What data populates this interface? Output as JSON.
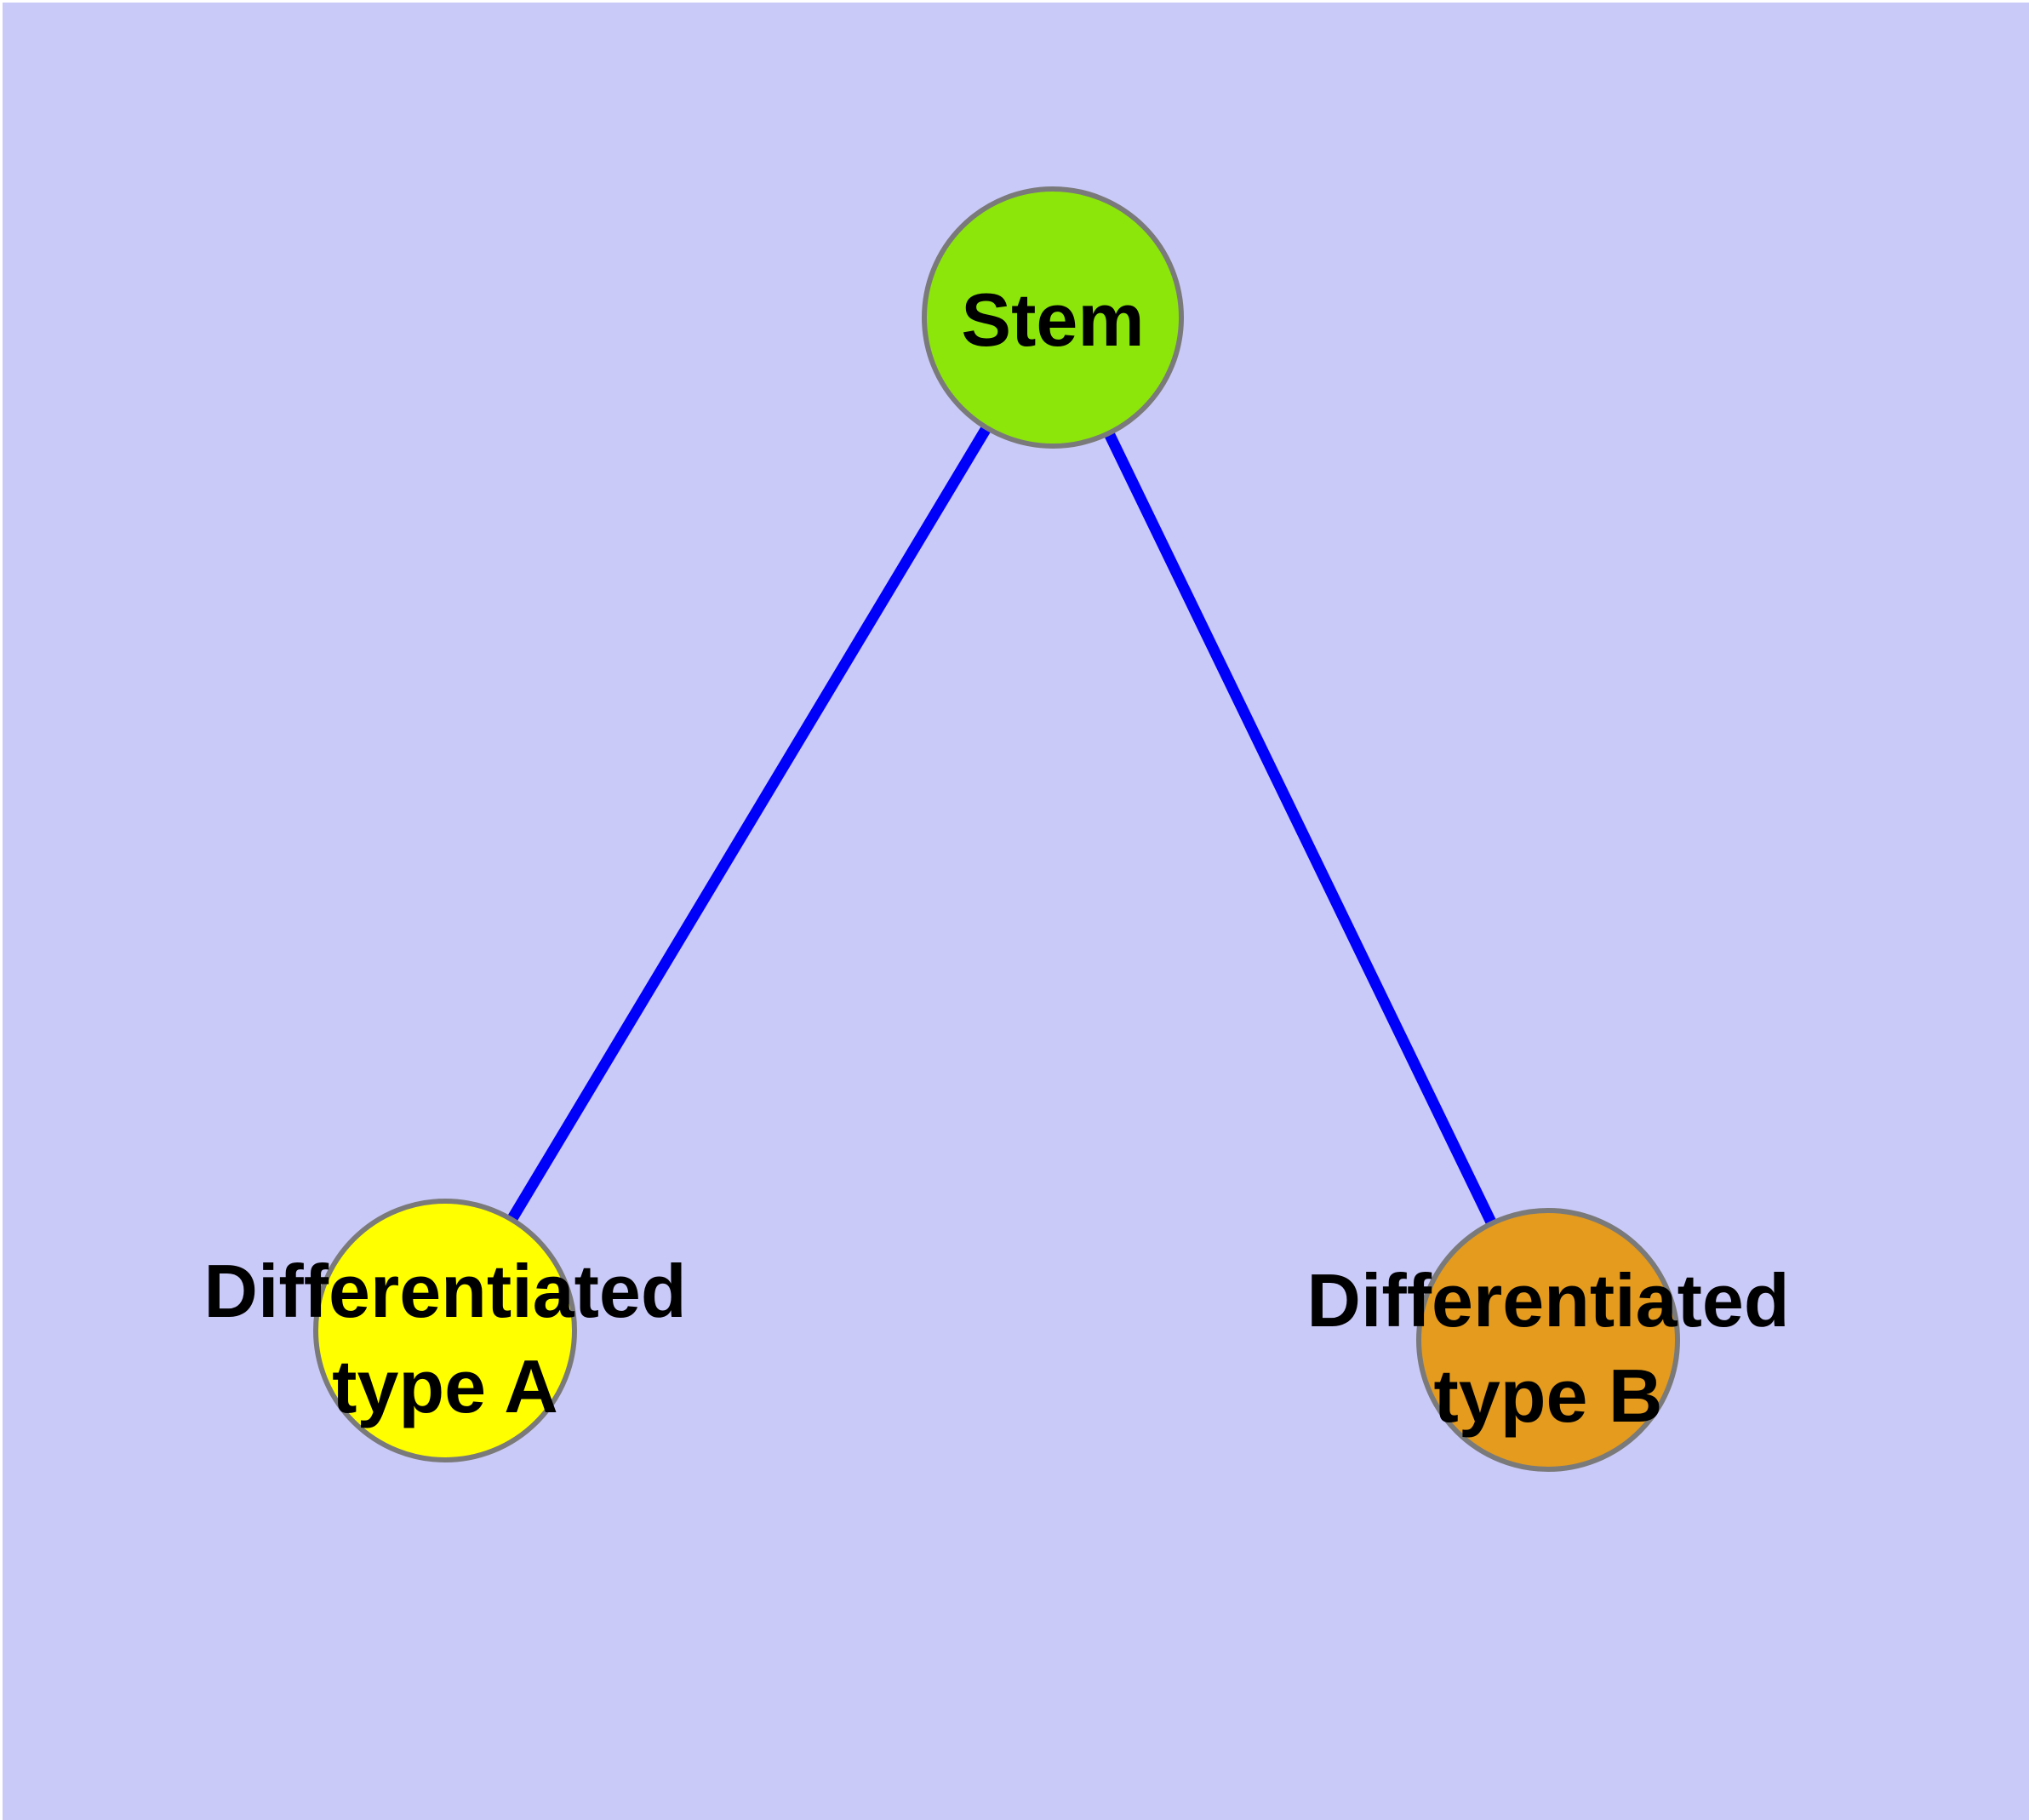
{
  "canvas": {
    "page_background_color": "#ffffff",
    "background_color": "#cacaf8"
  },
  "graph": {
    "type": "node-link-diagram",
    "edge_color": "#0000fa",
    "node_border_color": "#7a7a7a",
    "label_color": "#000000",
    "nodes": [
      {
        "id": "stem",
        "label": "Stem",
        "color": "#8ce60a"
      },
      {
        "id": "differentiated-type-a",
        "label_line1": "Differentiated",
        "label_line2": "type A",
        "color": "#ffff00"
      },
      {
        "id": "differentiated-type-b",
        "label_line1": "Differentiated",
        "label_line2": "type B",
        "color": "#e49b1e"
      }
    ],
    "edges": [
      {
        "from": "stem",
        "to": "differentiated-type-a"
      },
      {
        "from": "stem",
        "to": "differentiated-type-b"
      }
    ]
  }
}
